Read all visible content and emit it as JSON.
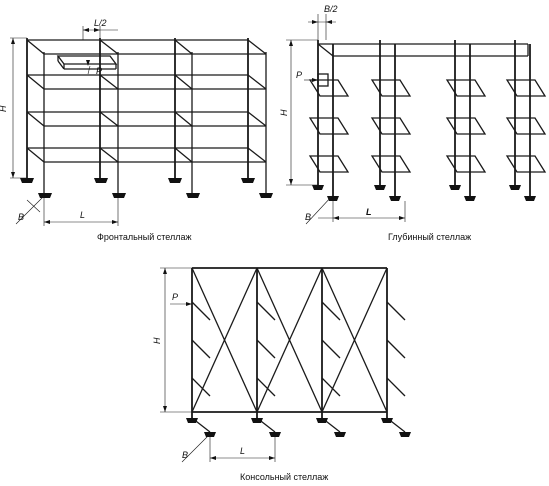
{
  "drawings": {
    "frontal": {
      "caption": "Фронтальный стеллаж",
      "dim_h": "H",
      "dim_l": "L",
      "dim_half": "L/2",
      "dim_b": "B",
      "load": "P"
    },
    "deep": {
      "caption": "Глубинный стеллаж",
      "dim_h": "H",
      "dim_l": "L",
      "dim_half": "B/2",
      "dim_b": "B",
      "load": "P"
    },
    "cantilever": {
      "caption": "Консольный стеллаж",
      "dim_h": "H",
      "dim_l": "L",
      "dim_b": "B",
      "load": "P"
    }
  }
}
